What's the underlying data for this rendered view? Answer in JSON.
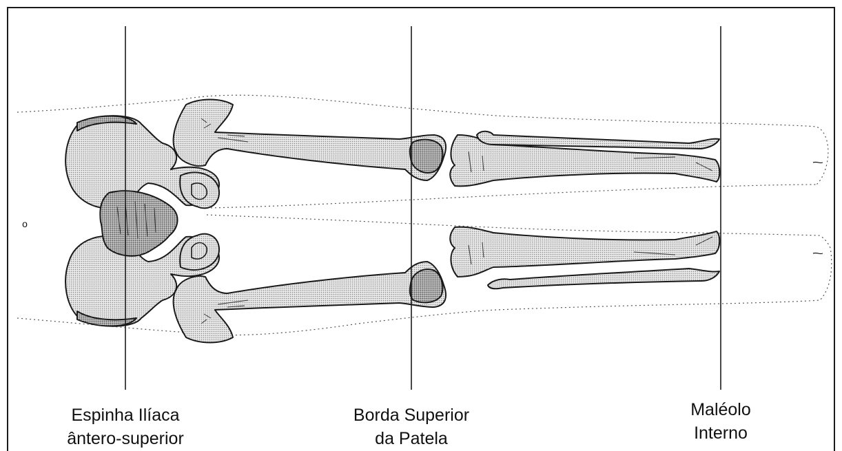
{
  "labels": {
    "iliac": {
      "line1": "Espinha Ilíaca",
      "line2": "ântero-superior"
    },
    "patella": {
      "line1": "Borda Superior",
      "line2": "da Patela"
    },
    "malleolus": {
      "line1": "Maléolo",
      "line2": "Interno"
    }
  },
  "side_mark": "o"
}
